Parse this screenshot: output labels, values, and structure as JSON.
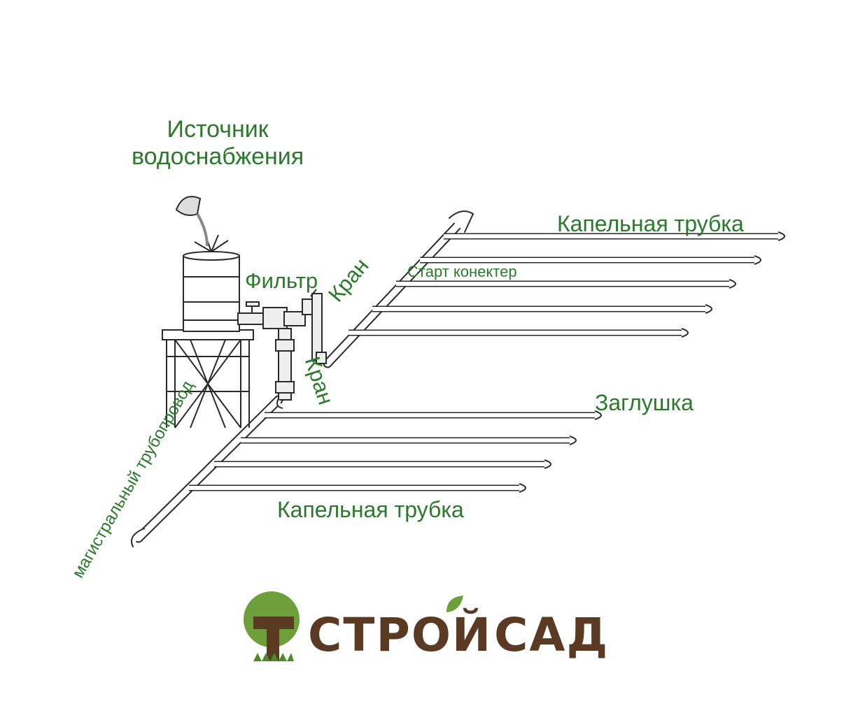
{
  "labels": {
    "source_line1": "Источник",
    "source_line2": "водоснабжения",
    "filter": "Фильтр",
    "tap_upper": "Кран",
    "tap_lower": "Кран",
    "start_connector": "Старт конектер",
    "drip_tube_top": "Капельная трубка",
    "end_cap": "Заглушка",
    "drip_tube_bottom": "Капельная трубка",
    "main_pipeline": "магистральный трубопровод"
  },
  "logo": {
    "word1": "СТРОЙ",
    "word2": "САД"
  },
  "colors": {
    "label_green": "#2b7a2b",
    "logo_brown": "#5a3a22",
    "logo_tree_green": "#6da03a",
    "line": "#2a2a2a"
  },
  "icons": [
    "water-barrel-icon",
    "watering-can-icon",
    "valve-icon",
    "filter-icon",
    "tree-logo-icon"
  ]
}
